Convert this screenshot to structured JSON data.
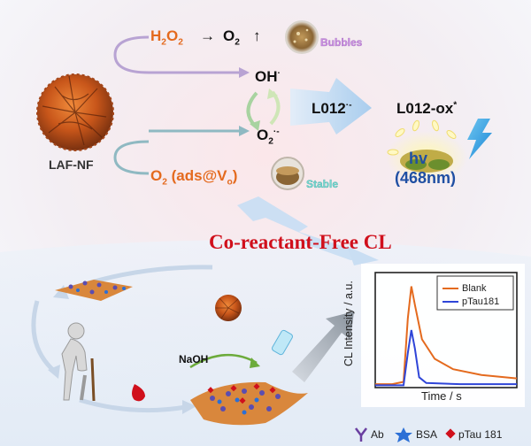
{
  "colors": {
    "orange": "#e46a1e",
    "blue_text": "#1f4fa3",
    "red_title": "#d0101c",
    "bubbles_text": "#c98fe0",
    "stable_text": "#76d7d0",
    "blank_line": "#e46a1e",
    "ptau_line": "#2f45d8"
  },
  "top": {
    "h2o2": "H",
    "h2o2_sub1": "2",
    "h2o2_mid": "O",
    "h2o2_sub2": "2",
    "arrow": "→",
    "o2": "O",
    "o2_sub": "2",
    "up_arrow": "↑",
    "bubbles": "Bubbles",
    "oh": "OH",
    "oh_sup": "·",
    "superoxide": "O",
    "superoxide_sub": "2",
    "superoxide_sup": "·-",
    "lafnf": "LAF-NF",
    "o2_ads": "O",
    "o2_ads_sub": "2",
    "o2_ads_mid": " (ads@V",
    "o2_ads_sub2": "o",
    "o2_ads_end": ")",
    "stable": "Stable",
    "l012": "L012",
    "l012_sup": "·-",
    "l012ox": "L012-ox",
    "l012ox_sup": "*",
    "hv": "hv",
    "wavelength": "(468nm)"
  },
  "title": "Co-reactant-Free CL",
  "bottom": {
    "naoh": "NaOH"
  },
  "chart_data": {
    "type": "line",
    "xlabel": "Time / s",
    "ylabel": "CL Intensity / a.u.",
    "series": [
      {
        "name": "Blank",
        "color": "#e46a1e",
        "points": [
          [
            0,
            0.03
          ],
          [
            0.12,
            0.03
          ],
          [
            0.2,
            0.05
          ],
          [
            0.23,
            0.6
          ],
          [
            0.255,
            0.88
          ],
          [
            0.28,
            0.72
          ],
          [
            0.33,
            0.42
          ],
          [
            0.42,
            0.25
          ],
          [
            0.55,
            0.16
          ],
          [
            0.75,
            0.11
          ],
          [
            1,
            0.08
          ]
        ]
      },
      {
        "name": "pTau181",
        "color": "#2f45d8",
        "points": [
          [
            0,
            0.02
          ],
          [
            0.2,
            0.02
          ],
          [
            0.23,
            0.3
          ],
          [
            0.255,
            0.5
          ],
          [
            0.28,
            0.34
          ],
          [
            0.31,
            0.09
          ],
          [
            0.36,
            0.04
          ],
          [
            0.6,
            0.03
          ],
          [
            1,
            0.03
          ]
        ]
      }
    ],
    "xlim": [
      0,
      1
    ],
    "ylim": [
      0,
      1
    ]
  },
  "legend": {
    "ab": "Ab",
    "bsa": "BSA",
    "ptau": "pTau 181"
  }
}
